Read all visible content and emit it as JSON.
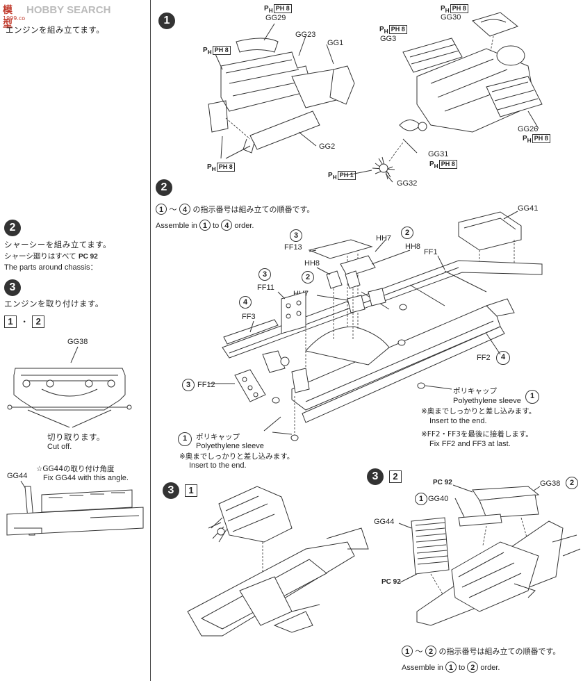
{
  "watermark": {
    "text": "HOBBY SEARCH",
    "left_mark": "模型",
    "sub": "1999.co"
  },
  "sidebar": {
    "intro_ja": "エンジンを組み立てます。",
    "step2": {
      "num": "2",
      "title_ja": "シャーシーを組み立てます。",
      "note_ja": "シャーシ廻りはすべて",
      "note_badge": "PC 92",
      "note_en": "The parts around chassis："
    },
    "step3": {
      "num": "3",
      "title_ja": "エンジンを取り付けます。",
      "sub_boxes": [
        "1",
        "2"
      ],
      "sep": "・"
    },
    "gg38_label": "GG38",
    "cut_ja": "切り取ります。",
    "cut_en": "Cut off.",
    "gg44_label": "GG44",
    "gg44_note_ja": "☆GG44の取り付け角度",
    "gg44_note_en": "Fix GG44 with this angle."
  },
  "step1": {
    "num": "1",
    "labels": [
      "GG29",
      "GG23",
      "GG1",
      "GG2",
      "GG30",
      "GG3",
      "GG26",
      "GG31",
      "GG32"
    ],
    "badges": [
      "PH 8",
      "PH 8",
      "PH 8",
      "PH 8",
      "PH 8",
      "PH 8",
      "PH 8",
      "PH 1"
    ]
  },
  "step2": {
    "num": "2",
    "order_ja": "の指示番号は組み立ての順番です。",
    "order_en_pre": "Assemble in",
    "order_en_mid": "to",
    "order_en_post": "order.",
    "order_from": "1",
    "order_to": "4",
    "parts": {
      "gg41": "GG41",
      "ff13": "FF13",
      "ff13_n": "3",
      "hh7a": "HH7",
      "hh7a_n": "2",
      "hh8a": "HH8",
      "hh8b": "HH8",
      "hh8b_n": "2",
      "ff1": "FF1",
      "ff11": "FF11",
      "ff11_n": "3",
      "hh7b": "HH7",
      "ff3": "FF3",
      "ff3_n": "4",
      "ff12": "FF12",
      "ff12_n": "3",
      "ff2": "FF2",
      "ff2_n": "4"
    },
    "sleeve_r": {
      "n": "1",
      "ja": "ポリキャップ",
      "en": "Polyethylene sleeve",
      "note_ja": "※奥までしっかりと差し込みます。",
      "note_en": "Insert to the end."
    },
    "ff_note_ja": "※FF2・FF3を最後に接着します。",
    "ff_note_en": "Fix FF2 and FF3 at last.",
    "sleeve_l": {
      "n": "1",
      "ja": "ポリキャップ",
      "en": "Polyethylene sleeve",
      "note_ja": "※奥までしっかりと差し込みます。",
      "note_en": "Insert to the end."
    }
  },
  "step3a": {
    "num": "3",
    "box": "1"
  },
  "step3b": {
    "num": "3",
    "box": "2",
    "pc_badge": "PC 92",
    "gg40": "GG40",
    "gg40_n": "1",
    "gg38": "GG38",
    "gg38_n": "2",
    "gg44": "GG44",
    "pc_badge2": "PC 92",
    "order_ja": "の指示番号は組み立ての順番です。",
    "order_en_pre": "Assemble in",
    "order_en_mid": "to",
    "order_en_post": "order.",
    "order_from": "1",
    "order_to": "2"
  }
}
